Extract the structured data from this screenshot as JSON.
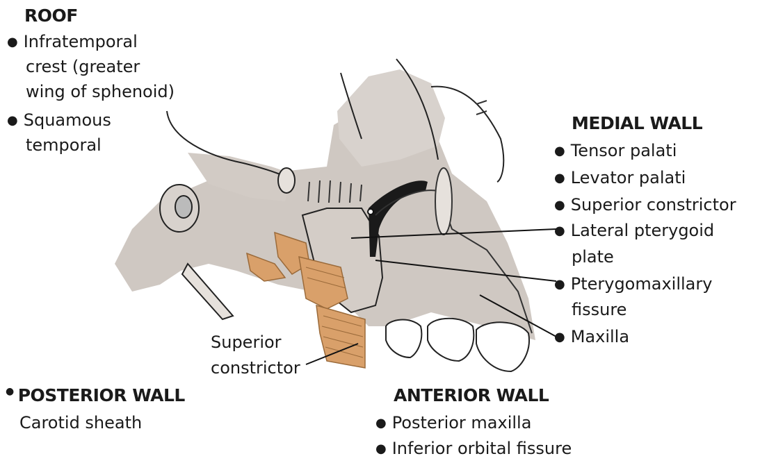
{
  "roof": {
    "heading": "ROOF",
    "items": [
      {
        "lines": [
          "Infratemporal",
          "crest (greater",
          "wing of sphenoid)"
        ]
      },
      {
        "lines": [
          "Squamous",
          "temporal"
        ]
      }
    ]
  },
  "medial_wall": {
    "heading": "MEDIAL WALL",
    "items": [
      {
        "lines": [
          "Tensor palati"
        ]
      },
      {
        "lines": [
          "Levator palati"
        ]
      },
      {
        "lines": [
          "Superior constrictor"
        ]
      },
      {
        "lines": [
          "Lateral pterygoid",
          "plate"
        ]
      },
      {
        "lines": [
          "Pterygomaxillary",
          "fissure"
        ]
      },
      {
        "lines": [
          "Maxilla"
        ]
      }
    ]
  },
  "center_label": {
    "lines": [
      "Superior",
      "constrictor"
    ]
  },
  "posterior_wall": {
    "heading": "POSTERIOR WALL",
    "subtitle": "Carotid sheath"
  },
  "anterior_wall": {
    "heading": "ANTERIOR WALL",
    "items": [
      {
        "lines": [
          "Posterior maxilla"
        ]
      },
      {
        "lines": [
          "Inferior orbital fissure"
        ]
      }
    ]
  },
  "colors": {
    "bone_shade": "#cfc8c2",
    "muscle": "#d9a06a",
    "ink": "#1a1a1a"
  }
}
